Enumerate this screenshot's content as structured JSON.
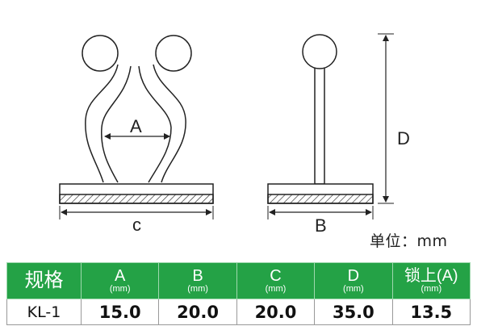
{
  "diagram": {
    "dim_a": "A",
    "dim_b": "B",
    "dim_c": "c",
    "dim_d": "D",
    "unit_note": "单位：mm"
  },
  "table": {
    "headers": [
      {
        "name": "规格",
        "unit": ""
      },
      {
        "name": "A",
        "unit": "(mm)"
      },
      {
        "name": "B",
        "unit": "(mm)"
      },
      {
        "name": "C",
        "unit": "(mm)"
      },
      {
        "name": "D",
        "unit": "(mm)"
      },
      {
        "name": "锁上(A)",
        "unit": "(mm)"
      }
    ],
    "rows": [
      [
        "KL-1",
        "15.0",
        "20.0",
        "20.0",
        "35.0",
        "13.5"
      ]
    ]
  },
  "colors": {
    "header_bg": "#24a246",
    "header_text": "#ffffff",
    "line": "#222222"
  }
}
